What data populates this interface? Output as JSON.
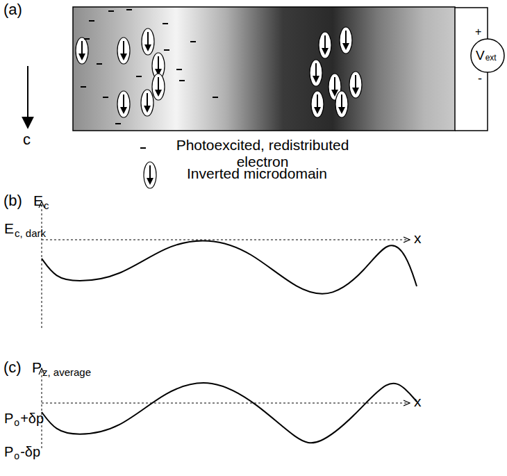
{
  "diagram": {
    "labels": [
      "(a)",
      "c",
      "V",
      "ext",
      "+",
      "-",
      "(b)",
      "E",
      "c",
      "E",
      "c, dark",
      "x",
      "(c)",
      "P",
      "z, average",
      "P",
      "o",
      "+δp",
      "P",
      "o",
      "-δp",
      "x"
    ],
    "legend": [
      {
        "text": "Photoexcited, redistributed electron"
      },
      {
        "text": "Inverted microdomain"
      }
    ]
  }
}
